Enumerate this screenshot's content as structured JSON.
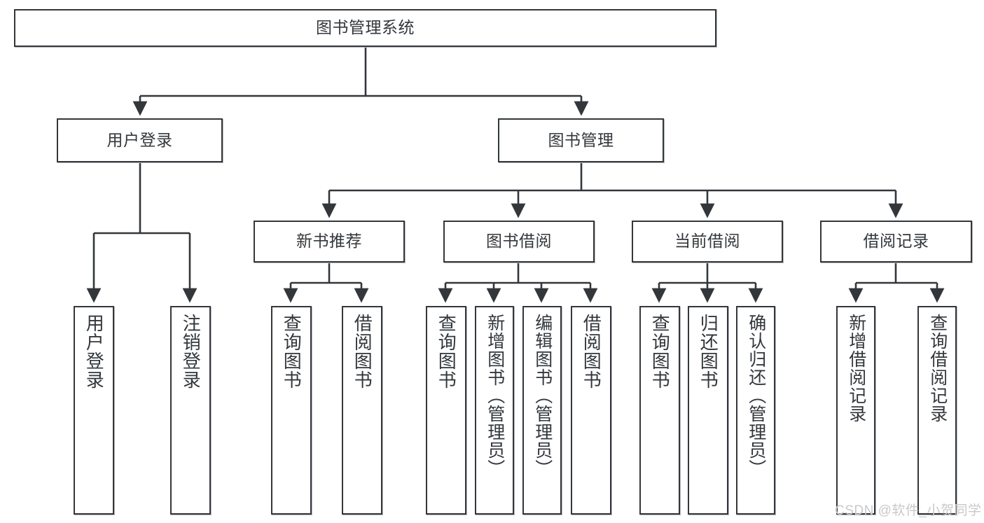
{
  "diagram": {
    "type": "hierarchy-tree",
    "title": "图书管理系统",
    "watermark": "CSDN @软件_小贺同学",
    "colors": {
      "stroke": "#33373b",
      "fill": "#ffffff",
      "text": "#33373b",
      "watermark": "#c9c9c9"
    },
    "levels": {
      "level1": [
        {
          "id": "root",
          "label": "图书管理系统"
        }
      ],
      "level2": [
        {
          "id": "user-login",
          "label": "用户登录"
        },
        {
          "id": "book-manage",
          "label": "图书管理"
        }
      ],
      "level3": [
        {
          "id": "new-book-rec",
          "label": "新书推荐"
        },
        {
          "id": "book-borrow",
          "label": "图书借阅"
        },
        {
          "id": "current-borrow",
          "label": "当前借阅"
        },
        {
          "id": "borrow-record",
          "label": "借阅记录"
        }
      ],
      "level4": [
        {
          "id": "leaf-user-login",
          "label": "用户登录",
          "parent": "user-login"
        },
        {
          "id": "leaf-logout",
          "label": "注销登录",
          "parent": "user-login"
        },
        {
          "id": "leaf-query-book-1",
          "label": "查询图书",
          "parent": "new-book-rec"
        },
        {
          "id": "leaf-borrow-book-1",
          "label": "借阅图书",
          "parent": "new-book-rec"
        },
        {
          "id": "leaf-query-book-2",
          "label": "查询图书",
          "parent": "book-borrow"
        },
        {
          "id": "leaf-add-book",
          "label": "新增图书（管理员）",
          "parent": "book-borrow"
        },
        {
          "id": "leaf-edit-book",
          "label": "编辑图书（管理员）",
          "parent": "book-borrow"
        },
        {
          "id": "leaf-borrow-book-2",
          "label": "借阅图书",
          "parent": "book-borrow"
        },
        {
          "id": "leaf-query-book-3",
          "label": "查询图书",
          "parent": "current-borrow"
        },
        {
          "id": "leaf-return-book",
          "label": "归还图书",
          "parent": "current-borrow"
        },
        {
          "id": "leaf-confirm-return",
          "label": "确认归还（管理员）",
          "parent": "current-borrow"
        },
        {
          "id": "leaf-add-record",
          "label": "新增借阅记录",
          "parent": "borrow-record"
        },
        {
          "id": "leaf-query-record",
          "label": "查询借阅记录",
          "parent": "borrow-record"
        }
      ]
    }
  }
}
